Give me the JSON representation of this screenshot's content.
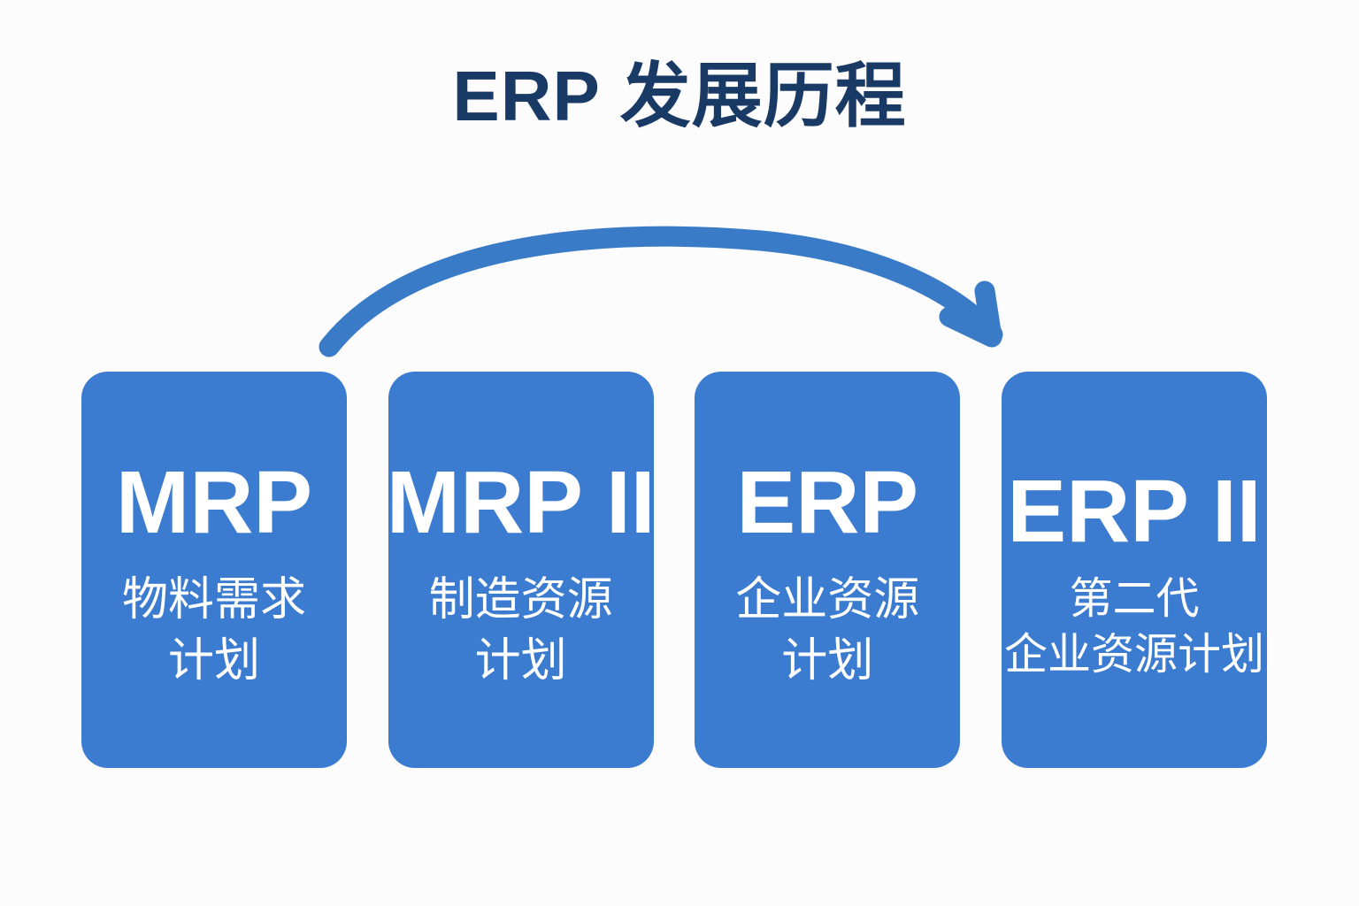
{
  "page": {
    "title": "ERP 发展历程",
    "background_color": "#fcfcfc",
    "title_color": "#1a3a66"
  },
  "arrow": {
    "name": "evolution-arrow",
    "color": "#3a7bc8",
    "direction": "left-to-right-arc",
    "start_label": "MRP",
    "end_label": "ERP II"
  },
  "cards": [
    {
      "acronym": "MRP",
      "subtitle": "物料需求\n计划",
      "color": "#3b7bd0"
    },
    {
      "acronym": "MRP II",
      "subtitle": "制造资源\n计划",
      "color": "#3b7bd0"
    },
    {
      "acronym": "ERP",
      "subtitle": "企业资源\n计划",
      "color": "#3b7bd0"
    },
    {
      "acronym": "ERP II",
      "subtitle": "第二代\n企业资源计划",
      "color": "#3b7bd0"
    }
  ]
}
